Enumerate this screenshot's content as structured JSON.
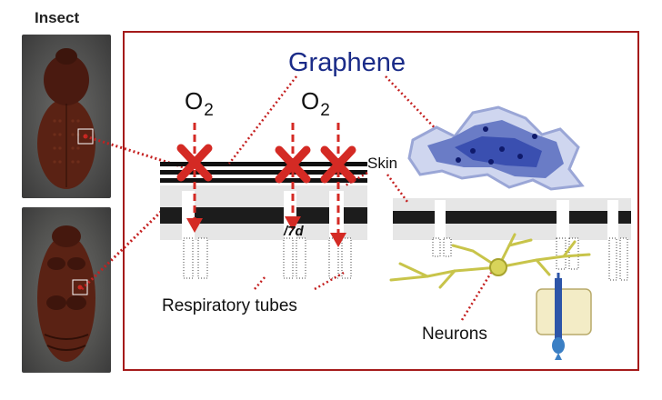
{
  "insect_label": "Insect",
  "graphene_label": "Graphene",
  "oxygen": {
    "base": "O",
    "subscript": "2"
  },
  "skin_label": "Skin",
  "day_label": "/7d",
  "respiratory_label": "Respiratory tubes",
  "neurons_label": "Neurons",
  "colors": {
    "frame": "#a51b1b",
    "arrow": "#d42a24",
    "graphene_text": "#1a2b88",
    "graphene_flake": "#3a4fb0",
    "neuron": "#c8c44a",
    "insect": "#5a2214"
  }
}
